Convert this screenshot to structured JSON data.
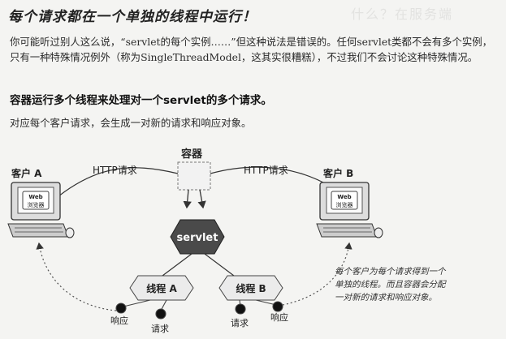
{
  "header": {
    "title": "每个请求都在一个单独的线程中运行！",
    "ghost_text": "什么？在服务端"
  },
  "body": {
    "para1": "你可能听过别人这么说，“servlet的每个实例……”但这种说法是错误的。任何servlet类都不会有多个实例，只有一种特殊情况例外（称为SingleThreadModel，这其实很糟糕），不过我们不会讨论这种特殊情况。",
    "heading": "容器运行多个线程来处理对一个servlet的多个请求。",
    "para2": "对应每个客户请求，会生成一对新的请求和响应对象。"
  },
  "diagram": {
    "container_label": "容器",
    "servlet_label": "servlet",
    "client_a_label": "客户 A",
    "client_b_label": "客户 B",
    "http_left": "HTTP请求",
    "http_right": "HTTP请求",
    "browser_line1": "Web",
    "browser_line2": "浏览器",
    "thread_a_label": "线程 A",
    "thread_b_label": "线程 B",
    "response_label": "响应",
    "request_label": "请求",
    "note_lines": [
      "每个客户为每个请求得到一个",
      "单独的线程。而且容器会分配",
      "一对新的请求和响应对象。"
    ]
  }
}
